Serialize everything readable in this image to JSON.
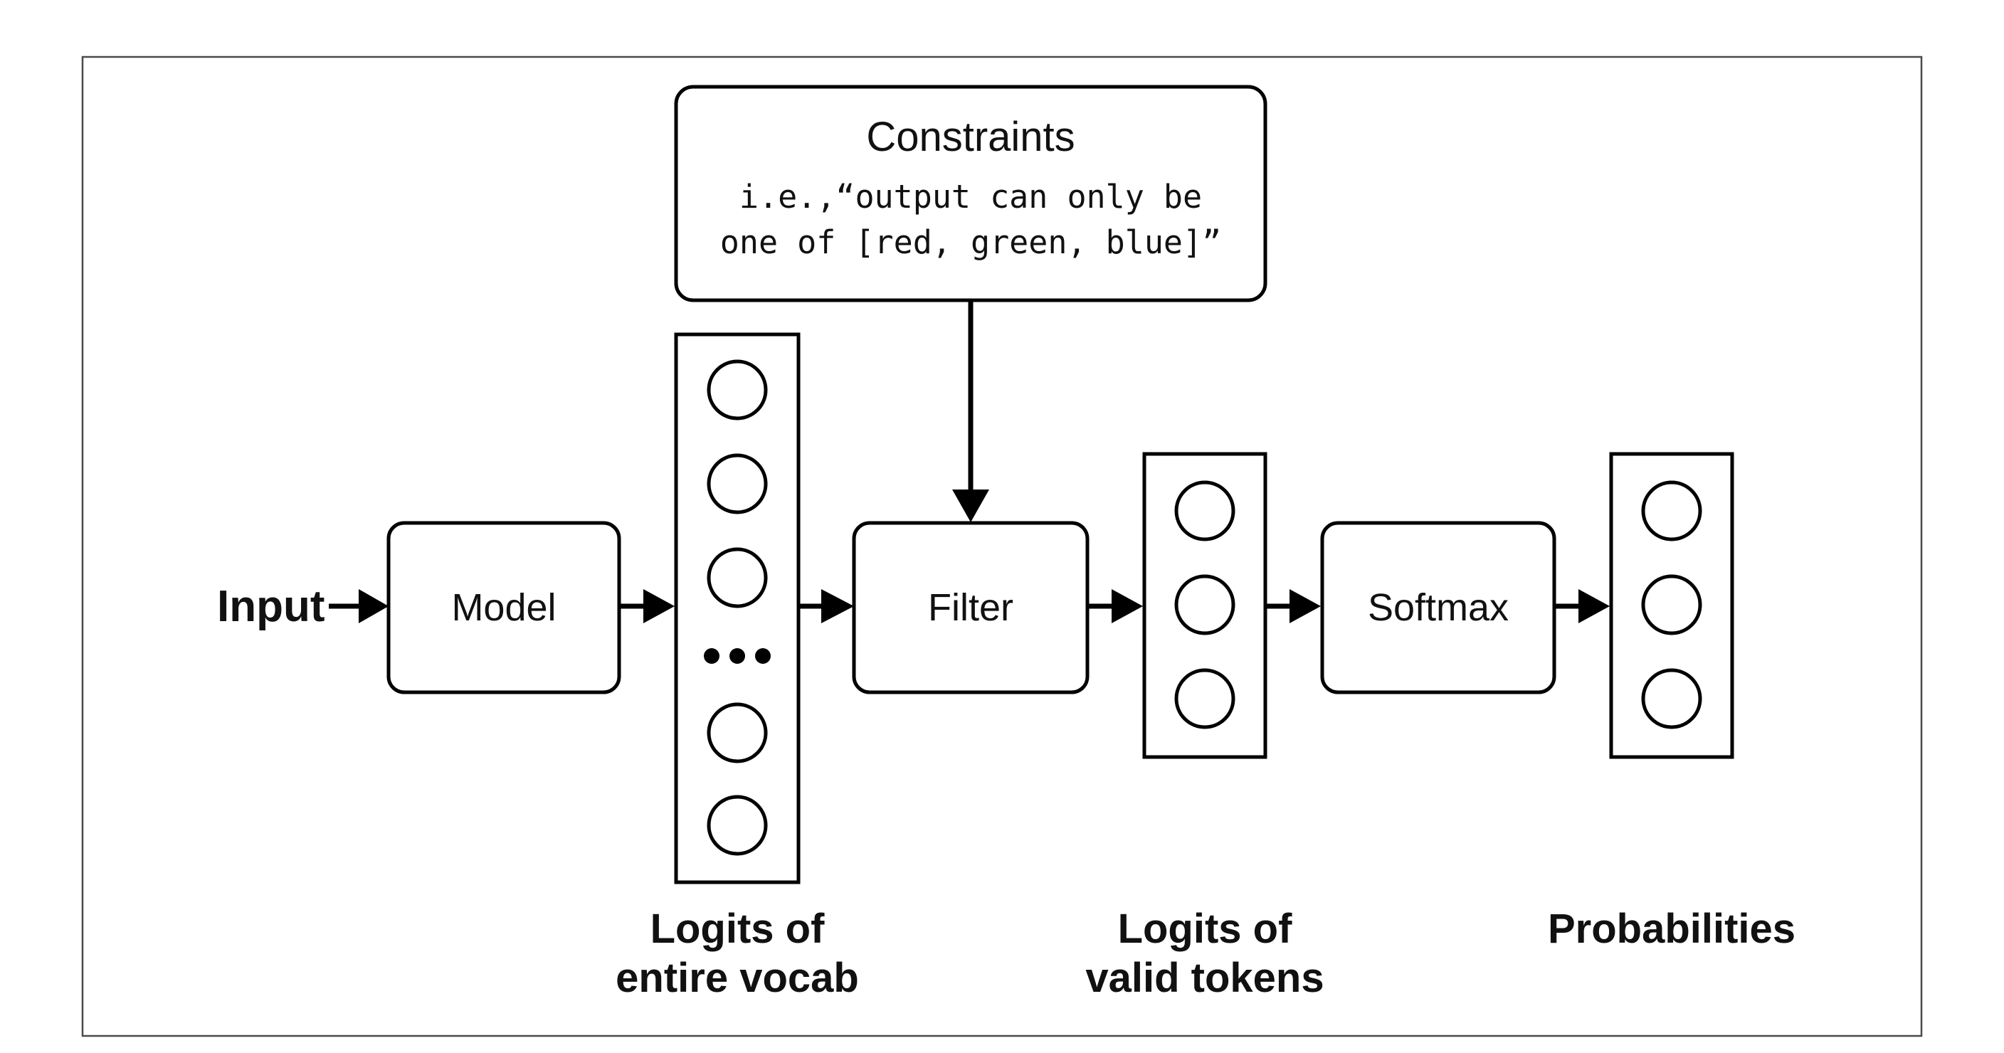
{
  "header_fragment": "",
  "input_label": "Input",
  "nodes": {
    "model": "Model",
    "filter": "Filter",
    "softmax": "Softmax"
  },
  "constraints": {
    "title": "Constraints",
    "line1": "i.e.,“output can only be",
    "line2": "one of [red, green, blue]”"
  },
  "captions": {
    "vocab_logits_line1": "Logits of",
    "vocab_logits_line2": "entire vocab",
    "valid_logits_line1": "Logits of",
    "valid_logits_line2": "valid tokens",
    "probabilities": "Probabilities"
  },
  "vocab_ellipsis": "•••",
  "colors": {
    "stroke": "#000000",
    "frame": "#4a4a4a",
    "background": "#ffffff"
  }
}
